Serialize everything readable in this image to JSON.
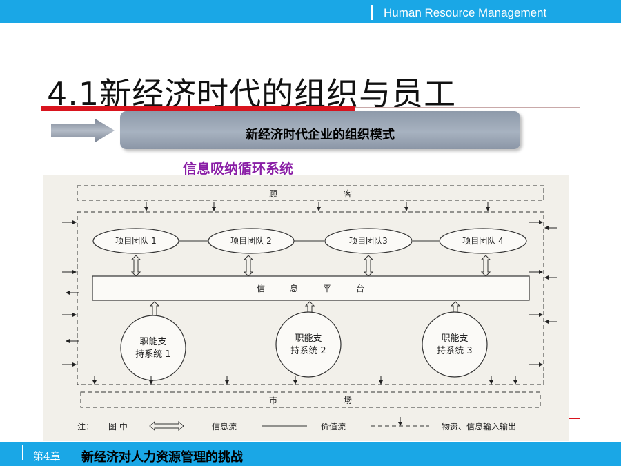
{
  "header": {
    "course_title": "Human Resource Management"
  },
  "title": "4.1新经济时代的组织与员工",
  "banner": {
    "label": "新经济时代企业的组织模式"
  },
  "diagram": {
    "title": "信息吸纳循环系统",
    "customer": "顾　　　　　　　　客",
    "teams": [
      "项目团队 1",
      "项目团队 2",
      "项目团队3",
      "项目团队 4"
    ],
    "platform": "信　　　息　　　平　　　台",
    "support": [
      {
        "line1": "职能支",
        "line2": "持系统 1"
      },
      {
        "line1": "职能支",
        "line2": "持系统 2"
      },
      {
        "line1": "职能支",
        "line2": "持系统 3"
      }
    ],
    "market": "市　　　　　　　　场",
    "legend": {
      "note": "注：",
      "in_figure": "图 中",
      "info_flow": "信息流",
      "value_flow": "价值流",
      "io": "物资、信息输入输出"
    }
  },
  "footer": {
    "chapter": "第4章",
    "title": "新经济对人力资源管理的挑战"
  },
  "colors": {
    "bar": "#1aa7e6",
    "accent_red": "#d9141e",
    "diagram_title": "#8a1fa6",
    "banner": "#9aa5b4"
  }
}
